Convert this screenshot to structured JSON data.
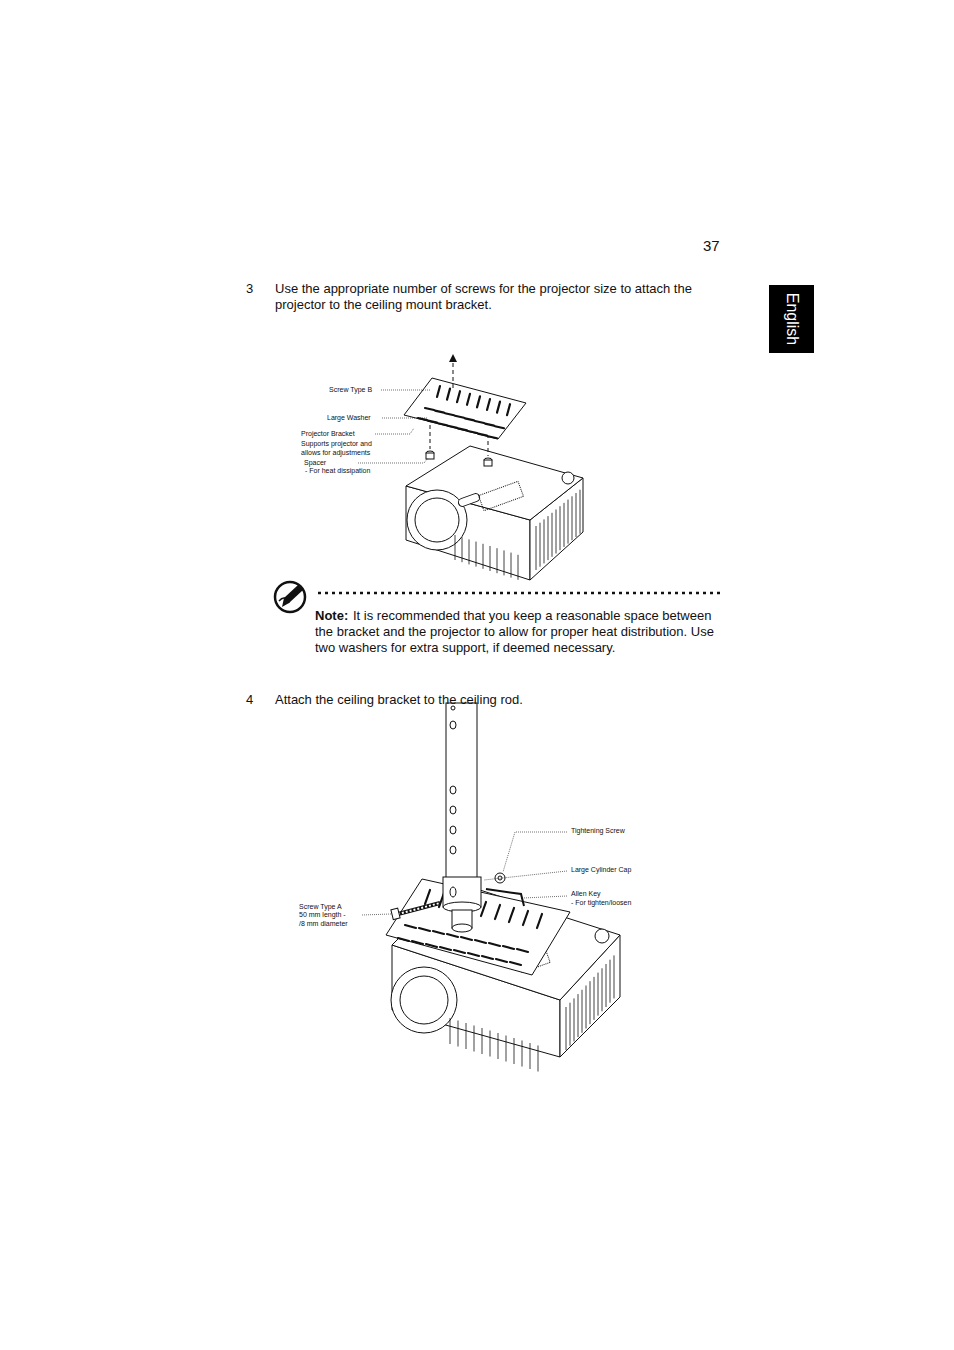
{
  "diagram": {
    "nodes": [
      {
        "text": [
          "English"
        ]
      }
    ],
    "labels": [
      "37",
      "3",
      "Use the appropriate number of screws for the projector size to attach the projector to the ceiling mount bracket.",
      "Screw Type B",
      "Large Washer",
      "Projector Bracket",
      "Supports projector and allows for adjustments",
      "Spacer",
      "- For heat dissipation",
      "Note:",
      "It is recommended that you keep a reasonable space between the bracket and the projector to allow for proper heat distribution. Use two washers for extra support, if deemed necessary.",
      "4",
      "Attach the ceiling bracket to the ceiling rod.",
      "Tightening Screw",
      "Large Cylinder Cap",
      "Allen Key",
      "- For tighten/loosen",
      "Screw Type A",
      "50 mm length -",
      "/8 mm diameter"
    ]
  }
}
